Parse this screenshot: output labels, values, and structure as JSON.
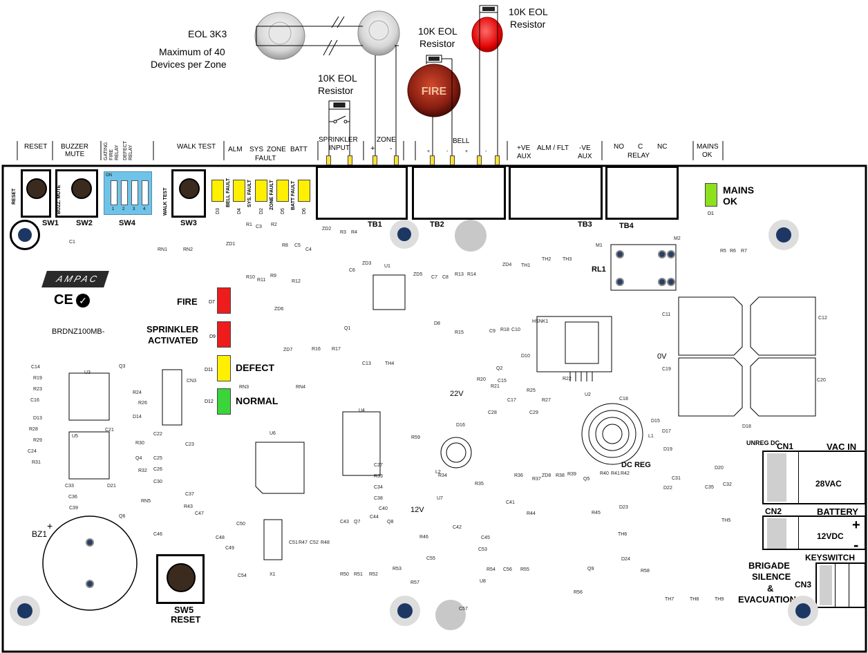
{
  "devices": {
    "eol_3k3": "EOL 3K3",
    "max_devices": [
      "Maximum of 40",
      "Devices per Zone"
    ],
    "eol_sprinkler": [
      "10K EOL",
      "Resistor"
    ],
    "eol_bell": [
      "10K EOL",
      "Resistor"
    ],
    "eol_strobe": [
      "10K EOL",
      "Resistor"
    ]
  },
  "header_labels": {
    "reset": "RESET",
    "buzzer_mute": [
      "BUZZER",
      "MUTE"
    ],
    "gating": [
      "GATING",
      "FIRE",
      "RELAY",
      "DEFECT",
      "RELAY"
    ],
    "walk_test": "WALK TEST",
    "alm": "ALM",
    "sys": "SYS",
    "zone": "ZONE",
    "batt": "BATT",
    "fault": "FAULT",
    "sprinkler_input": [
      "SPRINKLER",
      "INPUT"
    ],
    "zone_term": "ZONE",
    "bell": "BELL",
    "aux_pos": [
      "+VE",
      "AUX"
    ],
    "alm_flt": "ALM / FLT",
    "aux_neg": [
      "-VE",
      "AUX"
    ],
    "relay_no": "NO",
    "relay_c": "C",
    "relay_nc": "NC",
    "relay": "RELAY",
    "mains_ok": [
      "MAINS",
      "OK"
    ],
    "plus": "+",
    "minus": "-"
  },
  "board": {
    "sw1_label": "SW1",
    "sw2_label": "SW2",
    "sw4_label": "SW4",
    "sw3_label": "SW3",
    "sw5_label": [
      "SW5",
      "RESET"
    ],
    "reset_side": "RESET",
    "buzz_mute_side": "BUZZ. MUTE",
    "walk_test_side": "WALK TEST",
    "dip_on": "ON",
    "dip_nums": [
      "1",
      "2",
      "3",
      "4"
    ],
    "led_faults": [
      "BELL FAULT",
      "SYS. FAULT",
      "ZONE FAULT",
      "BATT FAULT"
    ],
    "led_fault_ids": [
      "D3",
      "D4",
      "D2",
      "D5",
      "D6"
    ],
    "tb1": "TB1",
    "tb2": "TB2",
    "tb3": "TB3",
    "tb4": "TB4",
    "mains_ok_led": [
      "MAINS",
      "OK"
    ],
    "mains_d1": "D1",
    "fire": "FIRE",
    "fire_d": "D7",
    "sprinkler": [
      "SPRINKLER",
      "ACTIVATED"
    ],
    "sprinkler_d": "D9",
    "defect": "DEFECT",
    "defect_d": "D11",
    "normal": "NORMAL",
    "normal_d": "D12",
    "logo": "AMPAC",
    "ce": "CE",
    "model": "BRDNZ100MB-",
    "rl1": "RL1",
    "ov": "0V",
    "v22": "22V",
    "v12": "12V",
    "dc_reg": "DC REG",
    "unreg_dc": "UNREG DC",
    "bz1": "BZ1",
    "cn1": "CN1",
    "vac_in": "VAC IN",
    "vac_28": "28VAC",
    "cn2": "CN2",
    "battery": "BATTERY",
    "vdc_12": "12VDC",
    "keyswitch": "KEYSWITCH",
    "cn3": "CN3",
    "brigade": [
      "BRIGADE",
      "SILENCE",
      "&",
      "EVACUATION"
    ]
  },
  "components": [
    "C1",
    "RN1",
    "RN2",
    "ZD1",
    "R1",
    "C3",
    "R2",
    "R8",
    "C5",
    "C4",
    "ZD2",
    "R3",
    "R4",
    "ZD3",
    "C6",
    "U1",
    "R10",
    "R11",
    "R9",
    "R12",
    "ZD6",
    "ZD7",
    "R16",
    "R17",
    "Q1",
    "C13",
    "TH4",
    "ZD5",
    "C7",
    "C8",
    "R13",
    "R14",
    "D8",
    "R15",
    "ZD4",
    "TH1",
    "TH2",
    "TH3",
    "M1",
    "M2",
    "R5",
    "R6",
    "R7",
    "C11",
    "C12",
    "HSNK1",
    "C9",
    "R18",
    "C10",
    "D10",
    "Q2",
    "R20",
    "R21",
    "C15",
    "R25",
    "R27",
    "R22",
    "C17",
    "U2",
    "C18",
    "C19",
    "C20",
    "D15",
    "L1",
    "D17",
    "D18",
    "D19",
    "D20",
    "C14",
    "R19",
    "R23",
    "C16",
    "D13",
    "R28",
    "R29",
    "C24",
    "R31",
    "U3",
    "Q3",
    "R24",
    "R26",
    "D14",
    "C21",
    "U5",
    "R30",
    "Q4",
    "R32",
    "C33",
    "C36",
    "C39",
    "D21",
    "Q6",
    "RN5",
    "CN3",
    "C22",
    "C23",
    "C25",
    "C26",
    "C30",
    "C37",
    "R43",
    "C47",
    "U6",
    "RN3",
    "RN4",
    "U4",
    "C27",
    "R33",
    "C34",
    "C38",
    "C40",
    "R59",
    "D16",
    "L2",
    "C28",
    "C29",
    "R34",
    "R35",
    "R36",
    "C41",
    "U7",
    "R37",
    "ZD8",
    "R38",
    "R39",
    "Q5",
    "R40",
    "R41",
    "R42",
    "C31",
    "C35",
    "C32",
    "D22",
    "D23",
    "TH5",
    "TH6",
    "R44",
    "R45",
    "C46",
    "C48",
    "C49",
    "C50",
    "C54",
    "X1",
    "C51",
    "R47",
    "C52",
    "R48",
    "C43",
    "Q7",
    "C44",
    "Q8",
    "R50",
    "R51",
    "R52",
    "C42",
    "C45",
    "R46",
    "C53",
    "C55",
    "R53",
    "R57",
    "U8",
    "C57",
    "R54",
    "C56",
    "R55",
    "Q9",
    "R56",
    "D24",
    "R58",
    "TH7",
    "TH8",
    "TH9"
  ]
}
